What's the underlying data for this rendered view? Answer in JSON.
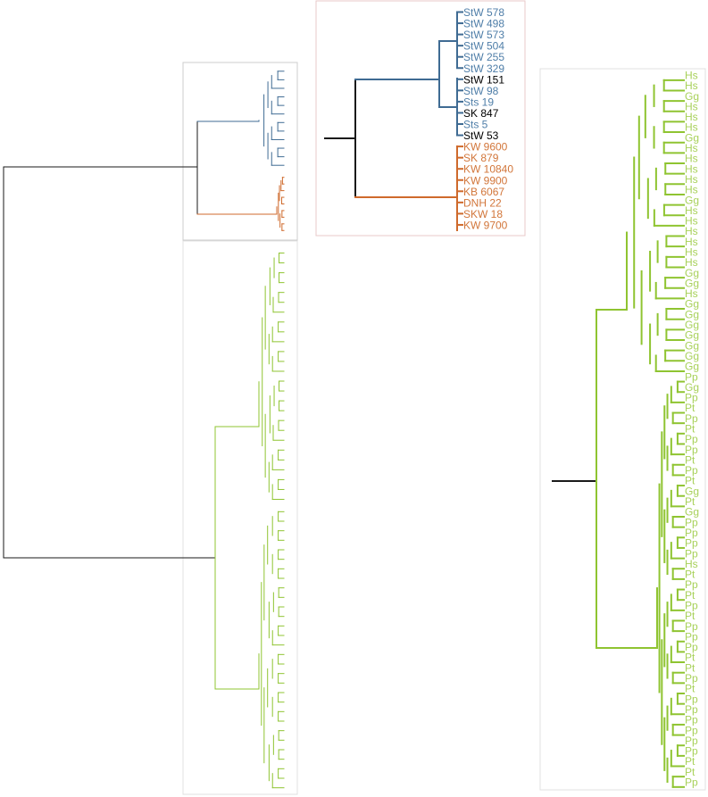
{
  "colors": {
    "root": "#1a1a1a",
    "blue_clade": "#3f6b93",
    "orange_clade": "#cf6a2c",
    "green_clade": "#8fc431",
    "green_label": "#a8d15a",
    "blue_label": "#4f7ea8",
    "orange_label": "#d2763a",
    "black_label": "#000000",
    "panel_border": "#cccccc",
    "panel_border_light": "#e0e0e0",
    "panel_border_pink": "#e8c9c9"
  },
  "zoom_top": {
    "labels": [
      {
        "text": "StW 578",
        "group": "blue"
      },
      {
        "text": "StW 498",
        "group": "blue"
      },
      {
        "text": "StW 573",
        "group": "blue"
      },
      {
        "text": "StW 504",
        "group": "blue"
      },
      {
        "text": "StW 255",
        "group": "blue"
      },
      {
        "text": "StW 329",
        "group": "blue"
      },
      {
        "text": "StW 151",
        "group": "black"
      },
      {
        "text": "StW 98",
        "group": "blue"
      },
      {
        "text": "Sts 19",
        "group": "blue"
      },
      {
        "text": "SK 847",
        "group": "black"
      },
      {
        "text": "Sts 5",
        "group": "blue"
      },
      {
        "text": "StW 53",
        "group": "black"
      },
      {
        "text": "KW 9600",
        "group": "orange"
      },
      {
        "text": "SK 879",
        "group": "orange"
      },
      {
        "text": "KW 10840",
        "group": "orange"
      },
      {
        "text": "KW 9900",
        "group": "orange"
      },
      {
        "text": "KB 6067",
        "group": "orange"
      },
      {
        "text": "DNH 22",
        "group": "orange"
      },
      {
        "text": "SKW 18",
        "group": "orange"
      },
      {
        "text": "KW 9700",
        "group": "orange"
      }
    ]
  },
  "zoom_right": {
    "labels": [
      "Hs",
      "Hs",
      "Gg",
      "Hs",
      "Hs",
      "Hs",
      "Gg",
      "Hs",
      "Hs",
      "Hs",
      "Hs",
      "Hs",
      "Gg",
      "Hs",
      "Hs",
      "Hs",
      "Hs",
      "Hs",
      "Hs",
      "Gg",
      "Gg",
      "Hs",
      "Gg",
      "Gg",
      "Gg",
      "Gg",
      "Gg",
      "Gg",
      "Gg",
      "Pp",
      "Gg",
      "Pp",
      "Pt",
      "Pp",
      "Pt",
      "Pp",
      "Pp",
      "Pt",
      "Pp",
      "Pt",
      "Gg",
      "Pt",
      "Gg",
      "Pp",
      "Pp",
      "Pp",
      "Pp",
      "Hs",
      "Pt",
      "Pp",
      "Pt",
      "Pp",
      "Pt",
      "Pp",
      "Pp",
      "Pp",
      "Pt",
      "Pt",
      "Pp",
      "Pt",
      "Pp",
      "Pp",
      "Pp",
      "Pp",
      "Pp",
      "Pp",
      "Pt",
      "Pt",
      "Pp"
    ]
  }
}
